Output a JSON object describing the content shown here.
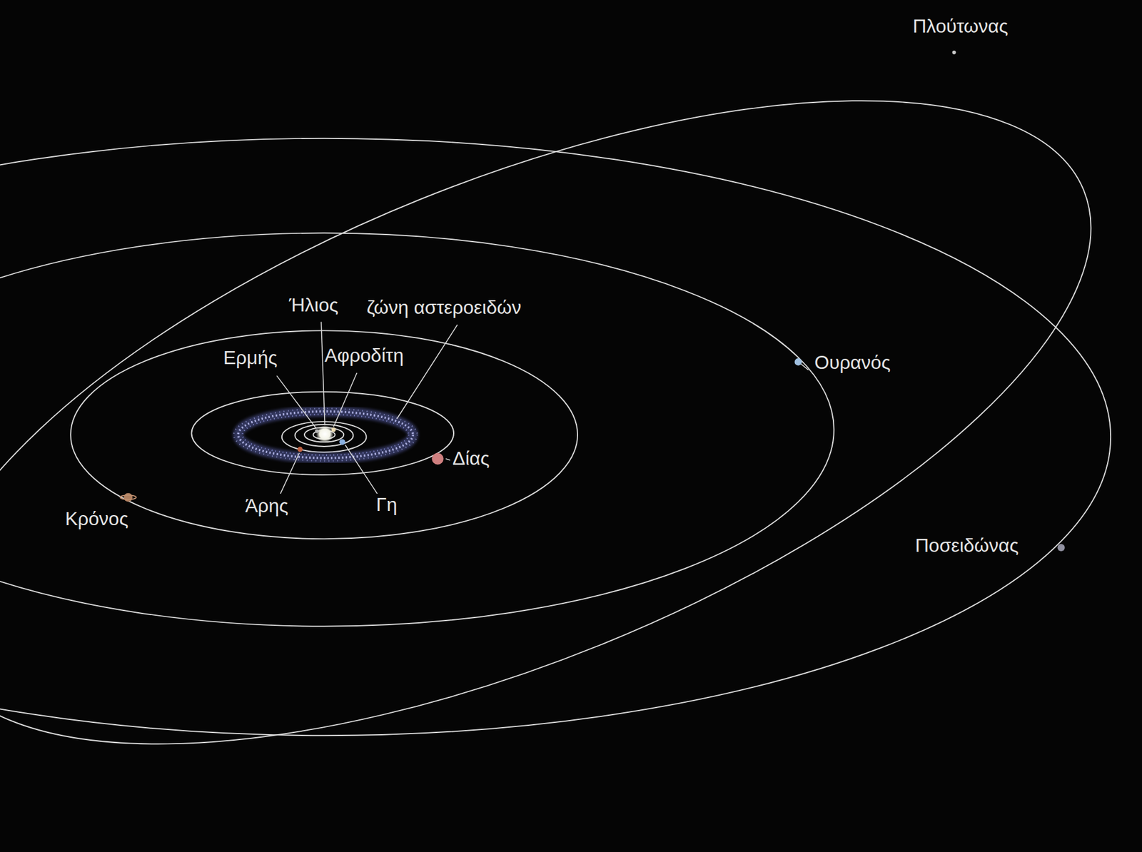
{
  "diagram": {
    "labels": [
      "Πλούτωνας",
      "Ήλιος",
      "ζώνη αστεροειδών",
      "Ερμής",
      "Αφροδίτη",
      "Ουρανός",
      "Δίας",
      "Κρόνος",
      "Άρης",
      "Γη",
      "Ποσειδώνας"
    ]
  }
}
